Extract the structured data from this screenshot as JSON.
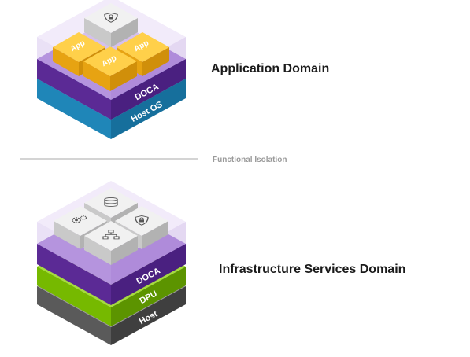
{
  "top_stack": {
    "app_tiles": [
      "App",
      "App",
      "App"
    ],
    "layers": [
      "DOCA",
      "Host OS"
    ],
    "top_tile_icon": "shield-lock-icon"
  },
  "bottom_stack": {
    "service_icons": [
      "database-icon",
      "shield-lock-icon",
      "gears-icon",
      "network-icon"
    ],
    "layers": [
      "DOCA",
      "DPU",
      "Host"
    ]
  },
  "labels": {
    "application_domain": "Application Domain",
    "functional_isolation": "Functional Isolation",
    "infrastructure_domain": "Infrastructure Services Domain"
  },
  "colors": {
    "app_yellow": "#f2b21b",
    "doca_purple": "#5b2a95",
    "host_os_blue": "#1f86b8",
    "dpu_green": "#76b900",
    "host_gray": "#5a5a5a",
    "tile_light": "#e6e6e6",
    "glass_lavender": "#d9c9ef"
  }
}
